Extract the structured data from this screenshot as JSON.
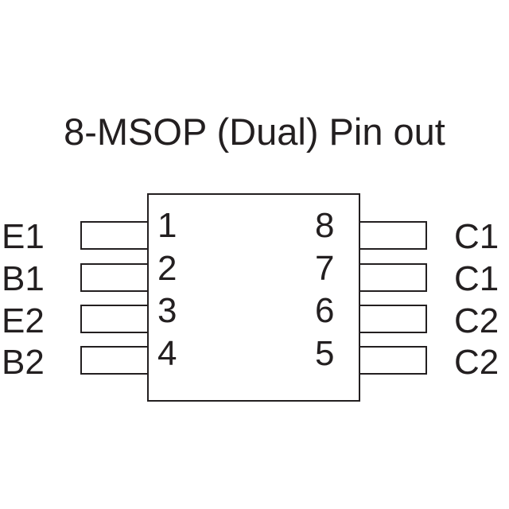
{
  "title": "8-MSOP (Dual) Pin out",
  "pins_left": [
    {
      "number": "1",
      "label": "E1"
    },
    {
      "number": "2",
      "label": "B1"
    },
    {
      "number": "3",
      "label": "E2"
    },
    {
      "number": "4",
      "label": "B2"
    }
  ],
  "pins_right": [
    {
      "number": "8",
      "label": "C1"
    },
    {
      "number": "7",
      "label": "C1"
    },
    {
      "number": "6",
      "label": "C2"
    },
    {
      "number": "5",
      "label": "C2"
    }
  ]
}
